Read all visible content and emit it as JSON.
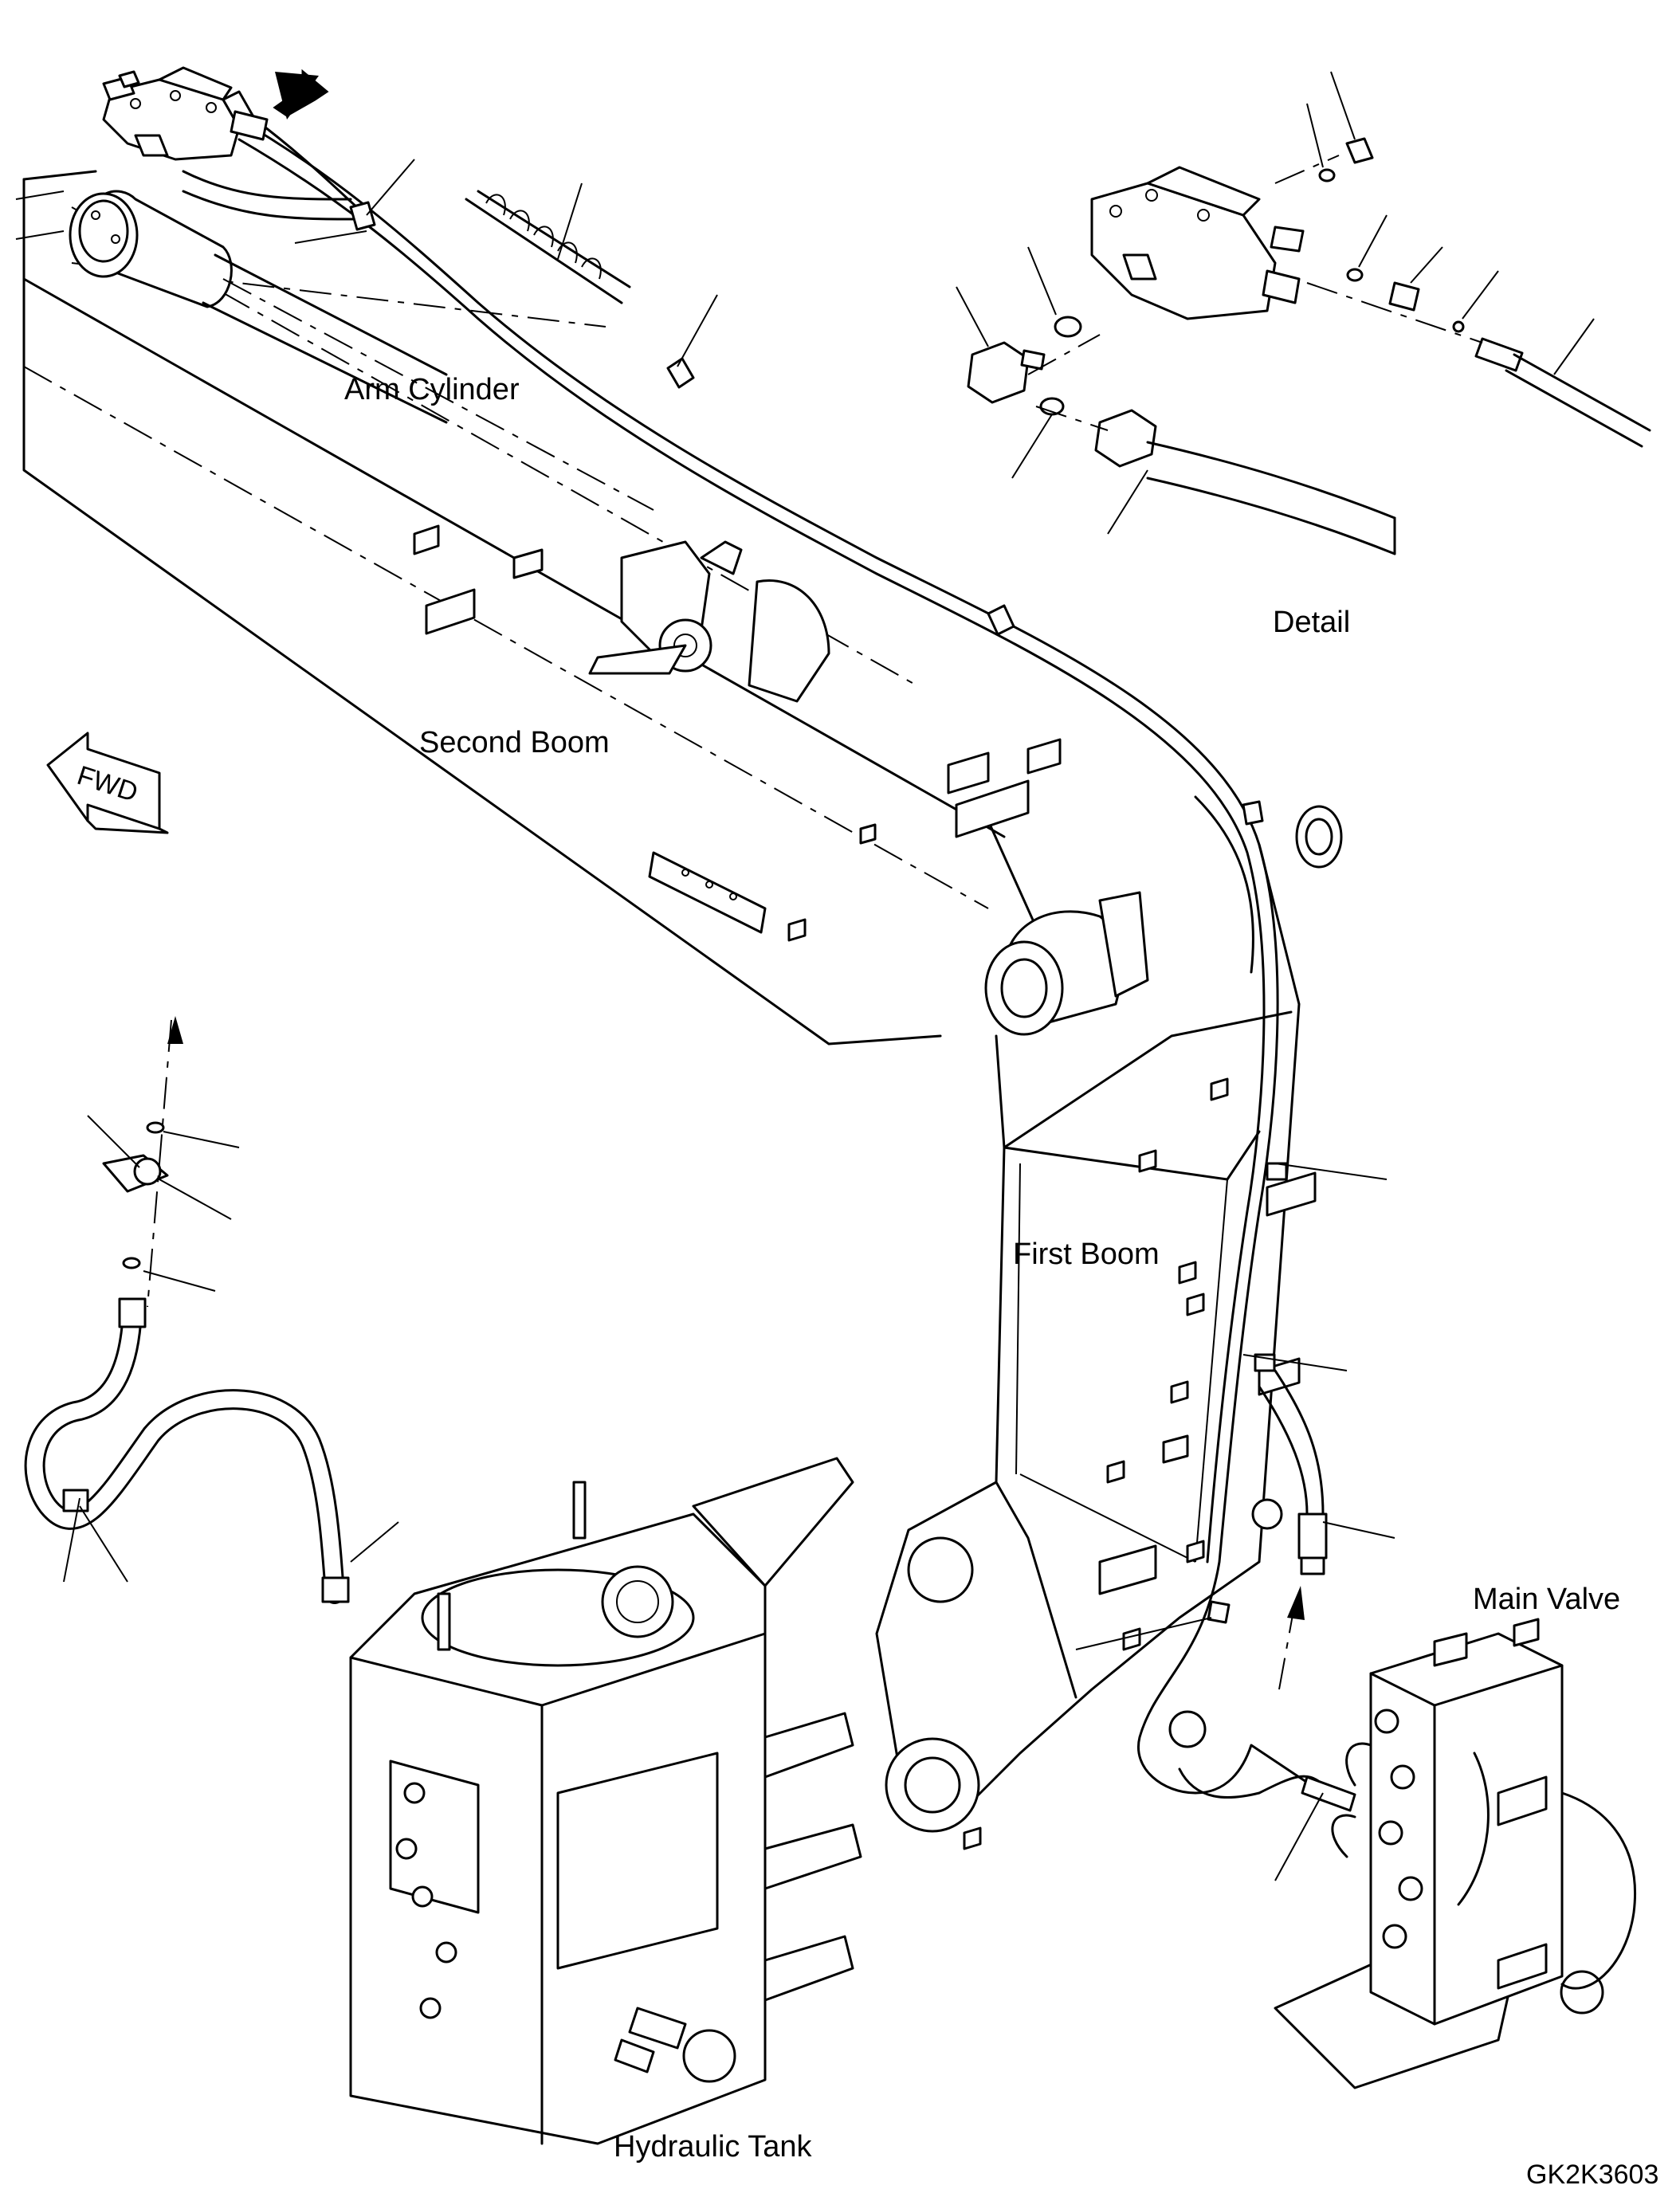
{
  "labels": {
    "arm_cylinder": "Arm Cylinder",
    "detail": "Detail",
    "second_boom": "Second Boom",
    "first_boom": "First Boom",
    "main_valve": "Main Valve",
    "hydraulic_tank": "Hydraulic Tank",
    "drawing_code": "GK2K3603"
  },
  "fwd_badge": "FWD"
}
